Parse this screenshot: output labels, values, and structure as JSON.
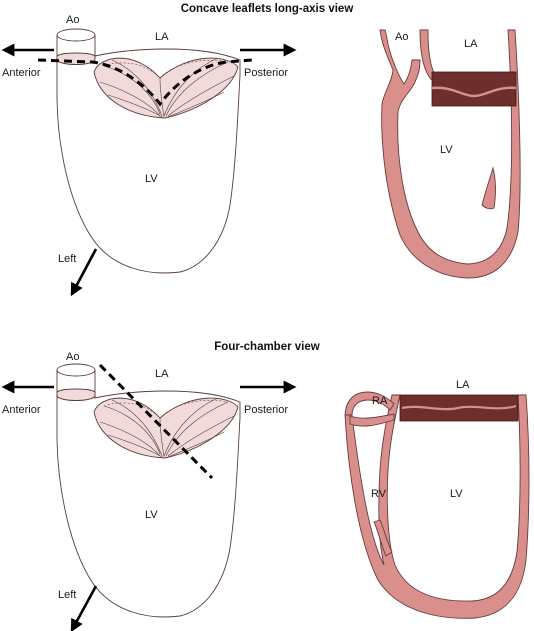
{
  "top": {
    "title": "Concave leaflets long-axis view",
    "labels": {
      "ao": "Ao",
      "la": "LA",
      "lv": "LV",
      "anterior": "Anterior",
      "posterior": "Posterior",
      "left": "Left"
    },
    "echo_labels": {
      "ao": "Ao",
      "la": "LA",
      "lv": "LV"
    }
  },
  "bottom": {
    "title": "Four-chamber view",
    "labels": {
      "ao": "Ao",
      "la": "LA",
      "lv": "LV",
      "anterior": "Anterior",
      "posterior": "Posterior",
      "left": "Left"
    },
    "echo_labels": {
      "ra": "RA",
      "la": "LA",
      "rv": "RV",
      "lv": "LV"
    }
  },
  "colors": {
    "myocardium": "#d9908d",
    "atrial_band": "#6e2e2b",
    "leaflet_fill": "#f1dada",
    "outline": "#5a3c3c"
  }
}
